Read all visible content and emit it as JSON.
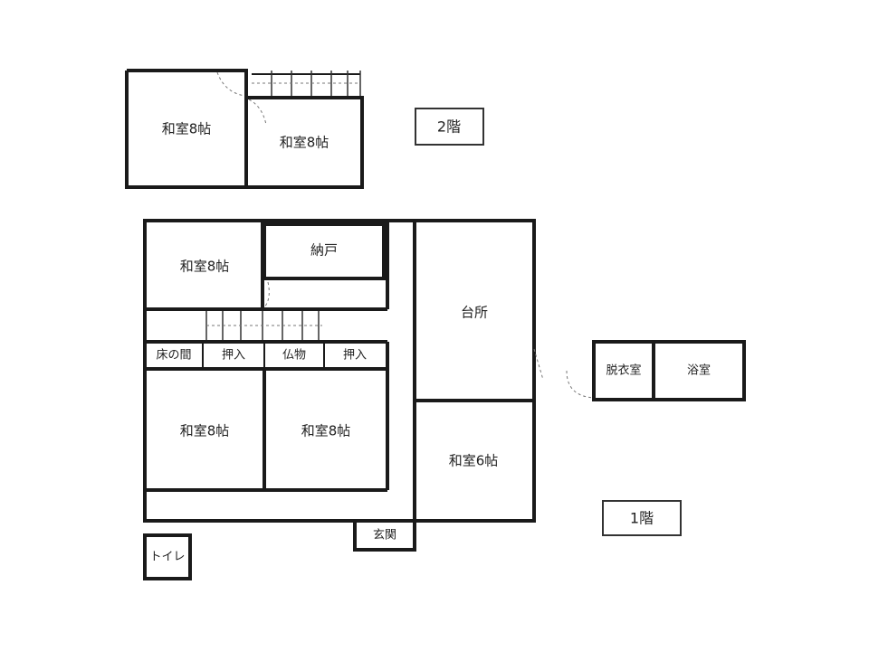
{
  "floor2": {
    "label": "2階",
    "rooms": {
      "washitsu_a": "和室8帖",
      "washitsu_b": "和室8帖"
    }
  },
  "floor1": {
    "label": "1階",
    "rooms": {
      "washitsu_top": "和室8帖",
      "nando": "納戸",
      "daidokoro": "台所",
      "tokonoma": "床の間",
      "oshiire_left": "押入",
      "butsuma": "仏物",
      "oshiire_right": "押入",
      "washitsu_bl": "和室8帖",
      "washitsu_bm": "和室8帖",
      "washitsu_r": "和室6帖",
      "datsuijo": "脱衣室",
      "yokushitsu": "浴室",
      "genkan": "玄関",
      "toilet": "トイレ"
    }
  }
}
